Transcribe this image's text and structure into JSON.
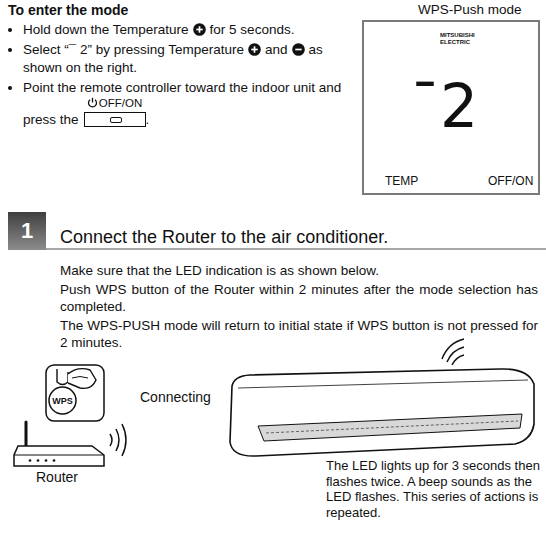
{
  "diagram": {
    "nodes": [
      {
        "text": [
          "WPS-Push mode",
          "MITSUBISHI ELECTRIC",
          "¯2",
          "TEMP",
          "OFF/ON"
        ]
      },
      {
        "text": [
          "1"
        ]
      },
      {
        "text": [
          "OFF/ON"
        ]
      },
      {
        "text": [
          "WPS"
        ]
      }
    ],
    "labels": [
      "To enter the mode",
      "Hold down the Temperature",
      "for 5 seconds.",
      "Select “¯ 2” by pressing Temperature",
      "and",
      "as shown on the right.",
      "Point the remote controller toward the indoor unit and press the",
      ".",
      "Connect the Router to the air conditioner.",
      "Make sure that the LED indication is as shown below.",
      "Push WPS button of the Router within 2 minutes after the mode selection has completed.",
      "The WPS-PUSH mode will return to initial state if WPS button is not pressed for 2 minutes.",
      "Connecting",
      "Router",
      "The LED lights up for 3 seconds then flashes twice. A beep sounds as the LED flashes. This series of actions is repeated."
    ]
  }
}
